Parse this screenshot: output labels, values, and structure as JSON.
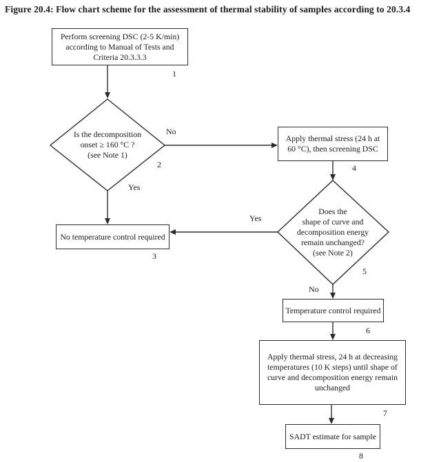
{
  "title": "Figure 20.4: Flow chart scheme for the assessment of thermal stability of samples according to 20.3.4",
  "nodes": {
    "n1": {
      "label": "Perform screening DSC (2-5 K/min)\naccording to Manual of Tests and\nCriteria 20.3.3.3",
      "num": "1"
    },
    "n2": {
      "label": "Is the decomposition\nonset ≥ 160 °C ?\n(see Note 1)",
      "num": "2"
    },
    "n3": {
      "label": "No temperature control required",
      "num": "3"
    },
    "n4": {
      "label": "Apply thermal stress (24 h at\n60 °C), then screening DSC",
      "num": "4"
    },
    "n5": {
      "label": "Does the\nshape of curve and\ndecomposition energy\nremain unchanged?\n(see Note 2)",
      "num": "5"
    },
    "n6": {
      "label": "Temperature control required",
      "num": "6"
    },
    "n7": {
      "label": "Apply thermal stress, 24 h at decreasing\ntemperatures (10 K steps) until shape of\ncurve and decomposition energy remain\nunchanged",
      "num": "7"
    },
    "n8": {
      "label": "SADT estimate for sample",
      "num": "8"
    }
  },
  "edges": {
    "d2_no": "No",
    "d2_yes": "Yes",
    "d5_yes": "Yes",
    "d5_no": "No"
  },
  "colors": {
    "line": "#2b2b2b",
    "text": "#1a1a1a",
    "background": "#ffffff"
  }
}
